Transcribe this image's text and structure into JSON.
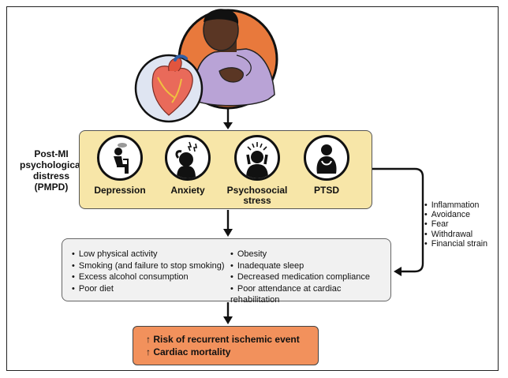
{
  "pmpd_label": [
    "Post-MI",
    "psychological",
    "distress",
    "(PMPD)"
  ],
  "conditions": [
    {
      "label": "Depression",
      "icon": "person-sitting-sad-icon"
    },
    {
      "label": "Anxiety",
      "icon": "anxious-head-icon"
    },
    {
      "label": "Psychosocial stress",
      "icon": "stressed-head-icon"
    },
    {
      "label": "PTSD",
      "icon": "person-hugging-knees-icon"
    }
  ],
  "mechanisms": [
    "Inflammation",
    "Avoidance",
    "Fear",
    "Withdrawal",
    "Financial strain"
  ],
  "behaviors_left": [
    "Low physical activity",
    "Smoking (and failure to stop smoking)",
    "Excess alcohol consumption",
    "Poor diet"
  ],
  "behaviors_right": [
    "Obesity",
    "Inadequate sleep",
    "Decreased medication compliance",
    "Poor attendance at cardiac rehabilitation"
  ],
  "outcomes": [
    {
      "arrow": "↑",
      "text": "Risk of recurrent ischemic event"
    },
    {
      "arrow": "↑",
      "text": "Cardiac mortality"
    }
  ],
  "colors": {
    "pmpd_box": "#f7e6a8",
    "factors_box": "#f1f1f1",
    "outcome_box": "#f2915c",
    "patient_circle": "#e8793c"
  }
}
